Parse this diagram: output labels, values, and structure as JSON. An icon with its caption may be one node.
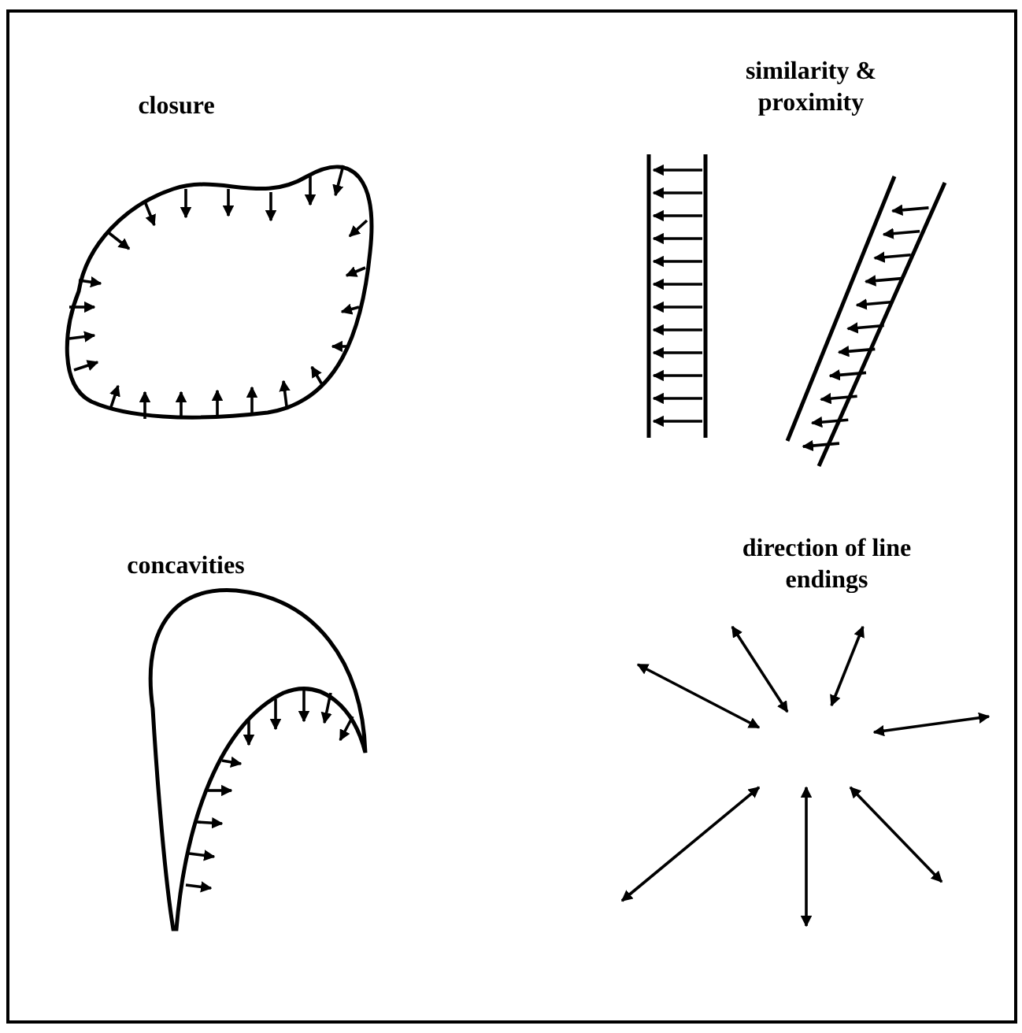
{
  "diagram": {
    "labels": [
      "closure",
      "similarity & proximity",
      "concavities",
      "direction of line endings"
    ]
  }
}
